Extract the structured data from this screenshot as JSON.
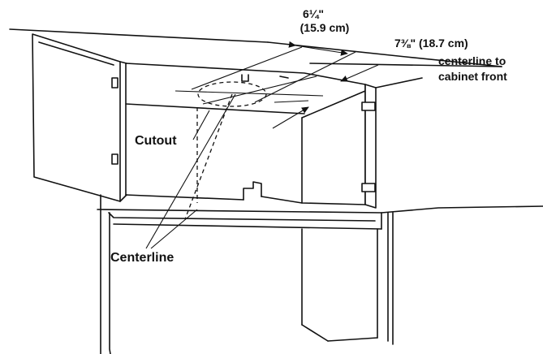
{
  "labels": {
    "width_measure_line1": "6¼\"",
    "width_measure_line2": "(15.9 cm)",
    "depth_measure_line1": "7⅜\" (18.7 cm)",
    "depth_measure_line2": "centerline to",
    "depth_measure_line3": "cabinet front",
    "cutout": "Cutout",
    "centerline": "Centerline"
  },
  "colors": {
    "ink": "#111111",
    "background": "#ffffff"
  }
}
